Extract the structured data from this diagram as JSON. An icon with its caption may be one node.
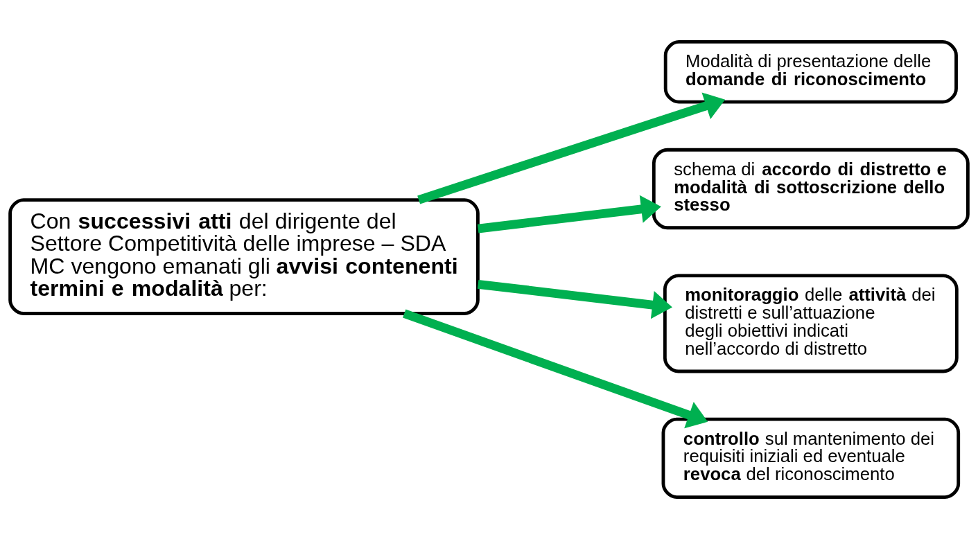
{
  "diagram": {
    "nodes": [
      {
        "text": [
          "Con **successivi atti** del dirigente del Settore Competitività delle imprese – SDA MC vengono emanati gli **avvisi contenenti termini e modalità** per:"
        ]
      },
      {
        "text": [
          "Modalità di presentazione delle **domande di riconoscimento**"
        ]
      },
      {
        "text": [
          "schema di **accordo di distretto e modalità di sottoscrizione dello stesso**"
        ]
      },
      {
        "text": [
          "**monitoraggio** delle **attività** dei distretti e sull’attuazione degli obiettivi indicati nell’accordo di distretto"
        ]
      },
      {
        "text": [
          "**controllo** sul mantenimento dei requisiti iniziali ed eventuale **revoca** del riconoscimento"
        ]
      }
    ],
    "edges": [
      {
        "from": 0,
        "to": 1,
        "arrow": "to",
        "color": "#00b050"
      },
      {
        "from": 0,
        "to": 2,
        "arrow": "to",
        "color": "#00b050"
      },
      {
        "from": 0,
        "to": 3,
        "arrow": "to",
        "color": "#00b050"
      },
      {
        "from": 0,
        "to": 4,
        "arrow": "to",
        "color": "#00b050"
      }
    ]
  }
}
